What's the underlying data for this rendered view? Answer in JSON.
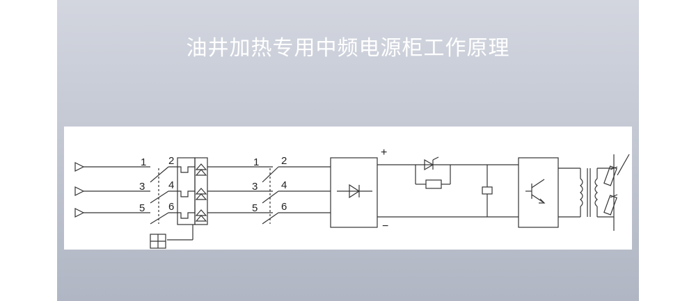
{
  "page": {
    "title": "油井加热专用中频电源柜工作原理"
  },
  "diagram": {
    "input_numbers": [
      "1",
      "3",
      "5"
    ],
    "contact_numbers": [
      "2",
      "4",
      "6"
    ],
    "mid_input_numbers": [
      "1",
      "3",
      "5"
    ],
    "mid_contact_numbers": [
      "2",
      "4",
      "6"
    ],
    "positive_label": "+",
    "negative_label": "−"
  },
  "colors": {
    "panel_top": "#d3d6df",
    "panel_bottom": "#b0b6c3",
    "line": "#333333"
  }
}
